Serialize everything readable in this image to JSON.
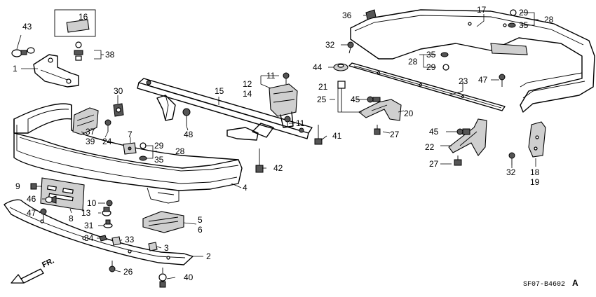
{
  "diagram": {
    "code": "SF07-B4602",
    "code_suffix": "A",
    "direction_label": "FR.",
    "callouts": {
      "c1": "1",
      "c2": "2",
      "c3": "3",
      "c4": "4",
      "c5": "5",
      "c6": "6",
      "c7": "7",
      "c8": "8",
      "c9": "9",
      "c10": "10",
      "c11a": "11",
      "c11b": "11",
      "c12": "12",
      "c13": "13",
      "c14": "14",
      "c15": "15",
      "c16": "16",
      "c17": "17",
      "c18": "18",
      "c19": "19",
      "c20": "20",
      "c21": "21",
      "c22": "22",
      "c23": "23",
      "c24": "24",
      "c25": "25",
      "c26": "26",
      "c27a": "27",
      "c27b": "27",
      "c28a": "28",
      "c28b": "28",
      "c28c": "28",
      "c29a": "29",
      "c29b": "29",
      "c29c": "29",
      "c30": "30",
      "c31": "31",
      "c32a": "32",
      "c32b": "32",
      "c33": "33",
      "c34": "34",
      "c35a": "35",
      "c35b": "35",
      "c35c": "35",
      "c36": "36",
      "c37": "37",
      "c38": "38",
      "c39": "39",
      "c40": "40",
      "c41": "41",
      "c42": "42",
      "c43": "43",
      "c44": "44",
      "c45a": "45",
      "c45b": "45",
      "c46": "46",
      "c47a": "47",
      "c47b": "47",
      "c48": "48"
    }
  }
}
